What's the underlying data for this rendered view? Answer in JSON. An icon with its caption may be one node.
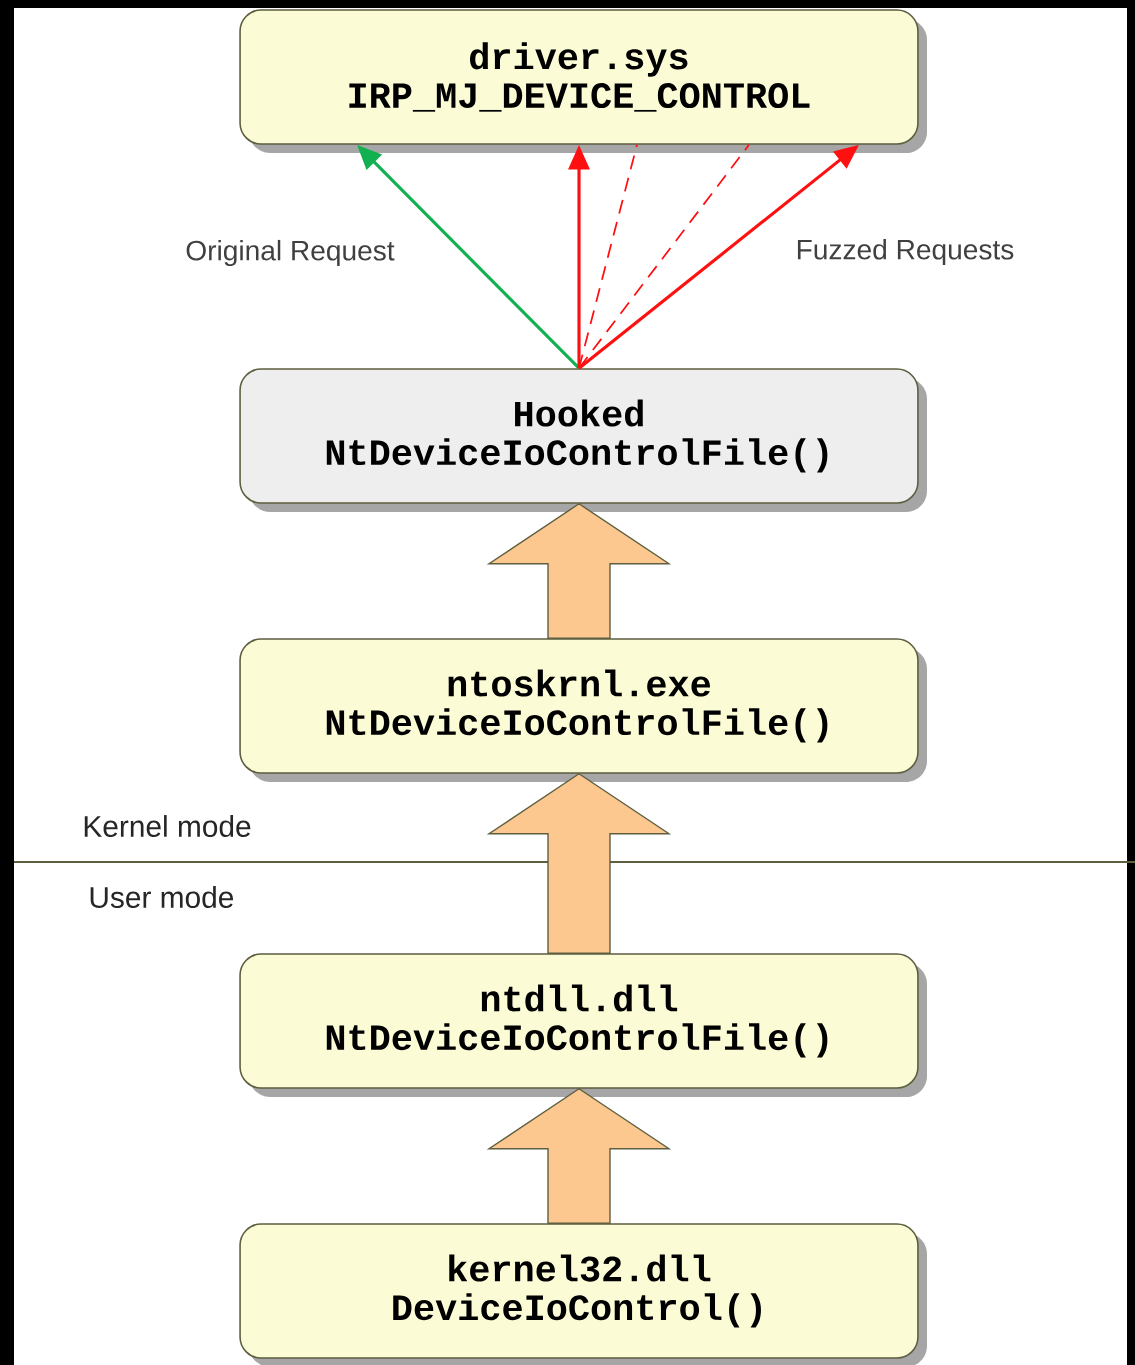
{
  "diagram": {
    "nodes": [
      {
        "text": [
          "driver.sys",
          "IRP_MJ_DEVICE_CONTROL"
        ]
      },
      {
        "text": [
          "Hooked",
          "NtDeviceIoControlFile()"
        ]
      },
      {
        "text": [
          "ntoskrnl.exe",
          "NtDeviceIoControlFile()"
        ]
      },
      {
        "text": [
          "ntdll.dll",
          "NtDeviceIoControlFile()"
        ]
      },
      {
        "text": [
          "kernel32.dll",
          "DeviceIoControl()"
        ]
      }
    ],
    "edges": [
      {
        "from": 1,
        "to": 0,
        "arrow": "to",
        "color": "#12b050",
        "label": "Original Request"
      },
      {
        "from": 1,
        "to": 0,
        "arrow": "to",
        "color": "#ff1010"
      },
      {
        "from": 1,
        "to": 0,
        "arrow": "none",
        "style": "dashed",
        "color": "#ff1010"
      },
      {
        "from": 1,
        "to": 0,
        "arrow": "none",
        "style": "dashed",
        "color": "#ff1010"
      },
      {
        "from": 1,
        "to": 0,
        "arrow": "to",
        "color": "#ff1010",
        "label": "Fuzzed Requests"
      },
      {
        "from": 2,
        "to": 1,
        "arrow": "to",
        "style": "thick",
        "color": "#fcc890"
      },
      {
        "from": 3,
        "to": 2,
        "arrow": "to",
        "style": "thick",
        "color": "#fcc890"
      },
      {
        "from": 4,
        "to": 3,
        "arrow": "to",
        "style": "thick",
        "color": "#fcc890"
      }
    ],
    "labels": [
      "Kernel mode",
      "User mode"
    ]
  }
}
